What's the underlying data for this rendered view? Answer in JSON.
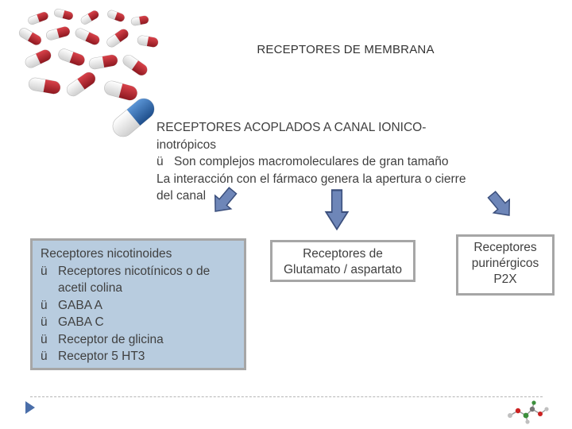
{
  "slide": {
    "title": "RECEPTORES DE MEMBRANA",
    "description": {
      "line1": "RECEPTORES ACOPLADOS A CANAL IONICO-",
      "line2": "inotrópicos",
      "bullet_mark": "ü",
      "line3": "Son complejos macromoleculares de gran tamaño",
      "line4": "La interacción con el fármaco genera la apertura o cierre",
      "line5": "del canal"
    },
    "boxes": {
      "nicotinoides": {
        "heading": "Receptores nicotinoides",
        "items": [
          "Receptores nicotínicos o de acetil colina",
          "GABA A",
          "GABA C",
          "Receptor de glicina",
          "Receptor 5 HT3"
        ]
      },
      "glutamato": {
        "line1": "Receptores de",
        "line2": "Glutamato / aspartato"
      },
      "purinergicos": {
        "line1": "Receptores",
        "line2": "purinérgicos",
        "line3": "P2X"
      }
    }
  },
  "icons": {
    "pills": "pills-image",
    "arrow": "down-arrow-icon",
    "nav": "play-arrow-icon",
    "molecule": "molecule-icon"
  },
  "colors": {
    "box_fill": "#b8ccdf",
    "arrow_fill": "#6e86b8",
    "arrow_stroke": "#3b4f7c",
    "nav_arrow": "#4a6ea9",
    "pill_red": "#b3202a",
    "pill_blue": "#2e6db4"
  }
}
